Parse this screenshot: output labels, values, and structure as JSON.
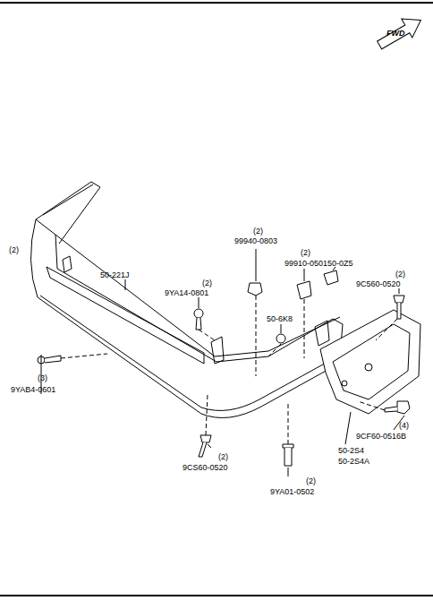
{
  "diagram": {
    "labels": [
      "FWD",
      "99940-0803",
      "(2)",
      "99910-0501",
      "(2)",
      "50-0Z5",
      "50-221J",
      "(2)",
      "9YA14-0801",
      "(2)",
      "9C560-0520",
      "50-6K8",
      "(3)",
      "9YAB4-0601",
      "(4)",
      "9CF60-0516B",
      "50-2S4",
      "50-2S4A",
      "(2)",
      "9CS60-0520",
      "(2)",
      "9YA01-0502",
      "(2)"
    ]
  }
}
